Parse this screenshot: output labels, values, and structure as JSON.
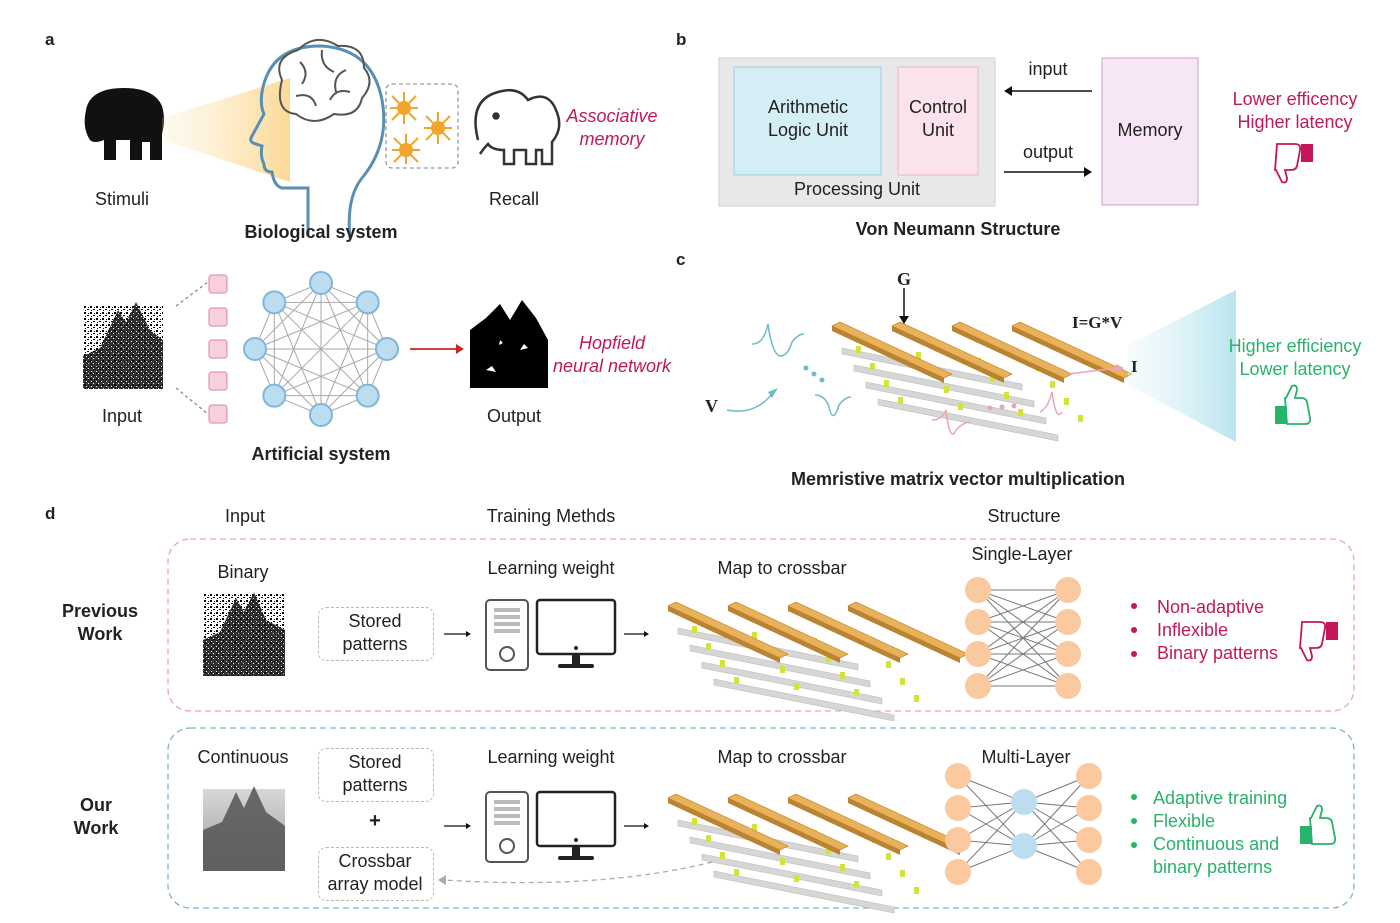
{
  "panels": {
    "a": "a",
    "b": "b",
    "c": "c",
    "d": "d"
  },
  "a": {
    "stimuli": "Stimuli",
    "recall": "Recall",
    "assoc": [
      "Associative",
      "memory"
    ],
    "bio": "Biological system",
    "input": "Input",
    "output": "Output",
    "hopfield": [
      "Hopfield",
      "neural network"
    ],
    "artificial": "Artificial system"
  },
  "b": {
    "alu": [
      "Arithmetic",
      "Logic Unit"
    ],
    "cu": [
      "Control",
      "Unit"
    ],
    "pu": "Processing Unit",
    "input": "input",
    "output": "output",
    "memory": "Memory",
    "cons": [
      "Lower efficency",
      "Higher latency"
    ],
    "title": "Von Neumann Structure"
  },
  "c": {
    "G": "G",
    "V": "V",
    "eq": "I=G*V",
    "I": "I",
    "pros": [
      "Higher efficiency",
      "Lower latency"
    ],
    "title": "Memristive matrix vector multiplication"
  },
  "d": {
    "col_input": "Input",
    "col_training": "Training Methds",
    "col_structure": "Structure",
    "prev_label": [
      "Previous",
      "Work"
    ],
    "our_label": [
      "Our",
      "Work"
    ],
    "binary": "Binary",
    "continuous": "Continuous",
    "stored": [
      "Stored",
      "patterns"
    ],
    "plus": "+",
    "crossbar_model": [
      "Crossbar",
      "array model"
    ],
    "learning": "Learning weight",
    "map": "Map to crossbar",
    "single": "Single-Layer",
    "multi": "Multi-Layer",
    "prev_points": [
      "Non-adaptive",
      "Inflexible",
      "Binary patterns"
    ],
    "our_points": [
      "Adaptive training",
      "Flexible",
      "Continuous and",
      "binary patterns"
    ]
  },
  "colors": {
    "red": "#c2185b",
    "green": "#27b36a",
    "alu": "#d5eef5",
    "cu": "#fbe3ec",
    "memory": "#f7e6f6",
    "orange": "#fbc9a0",
    "blue": "#bcdcf0"
  }
}
